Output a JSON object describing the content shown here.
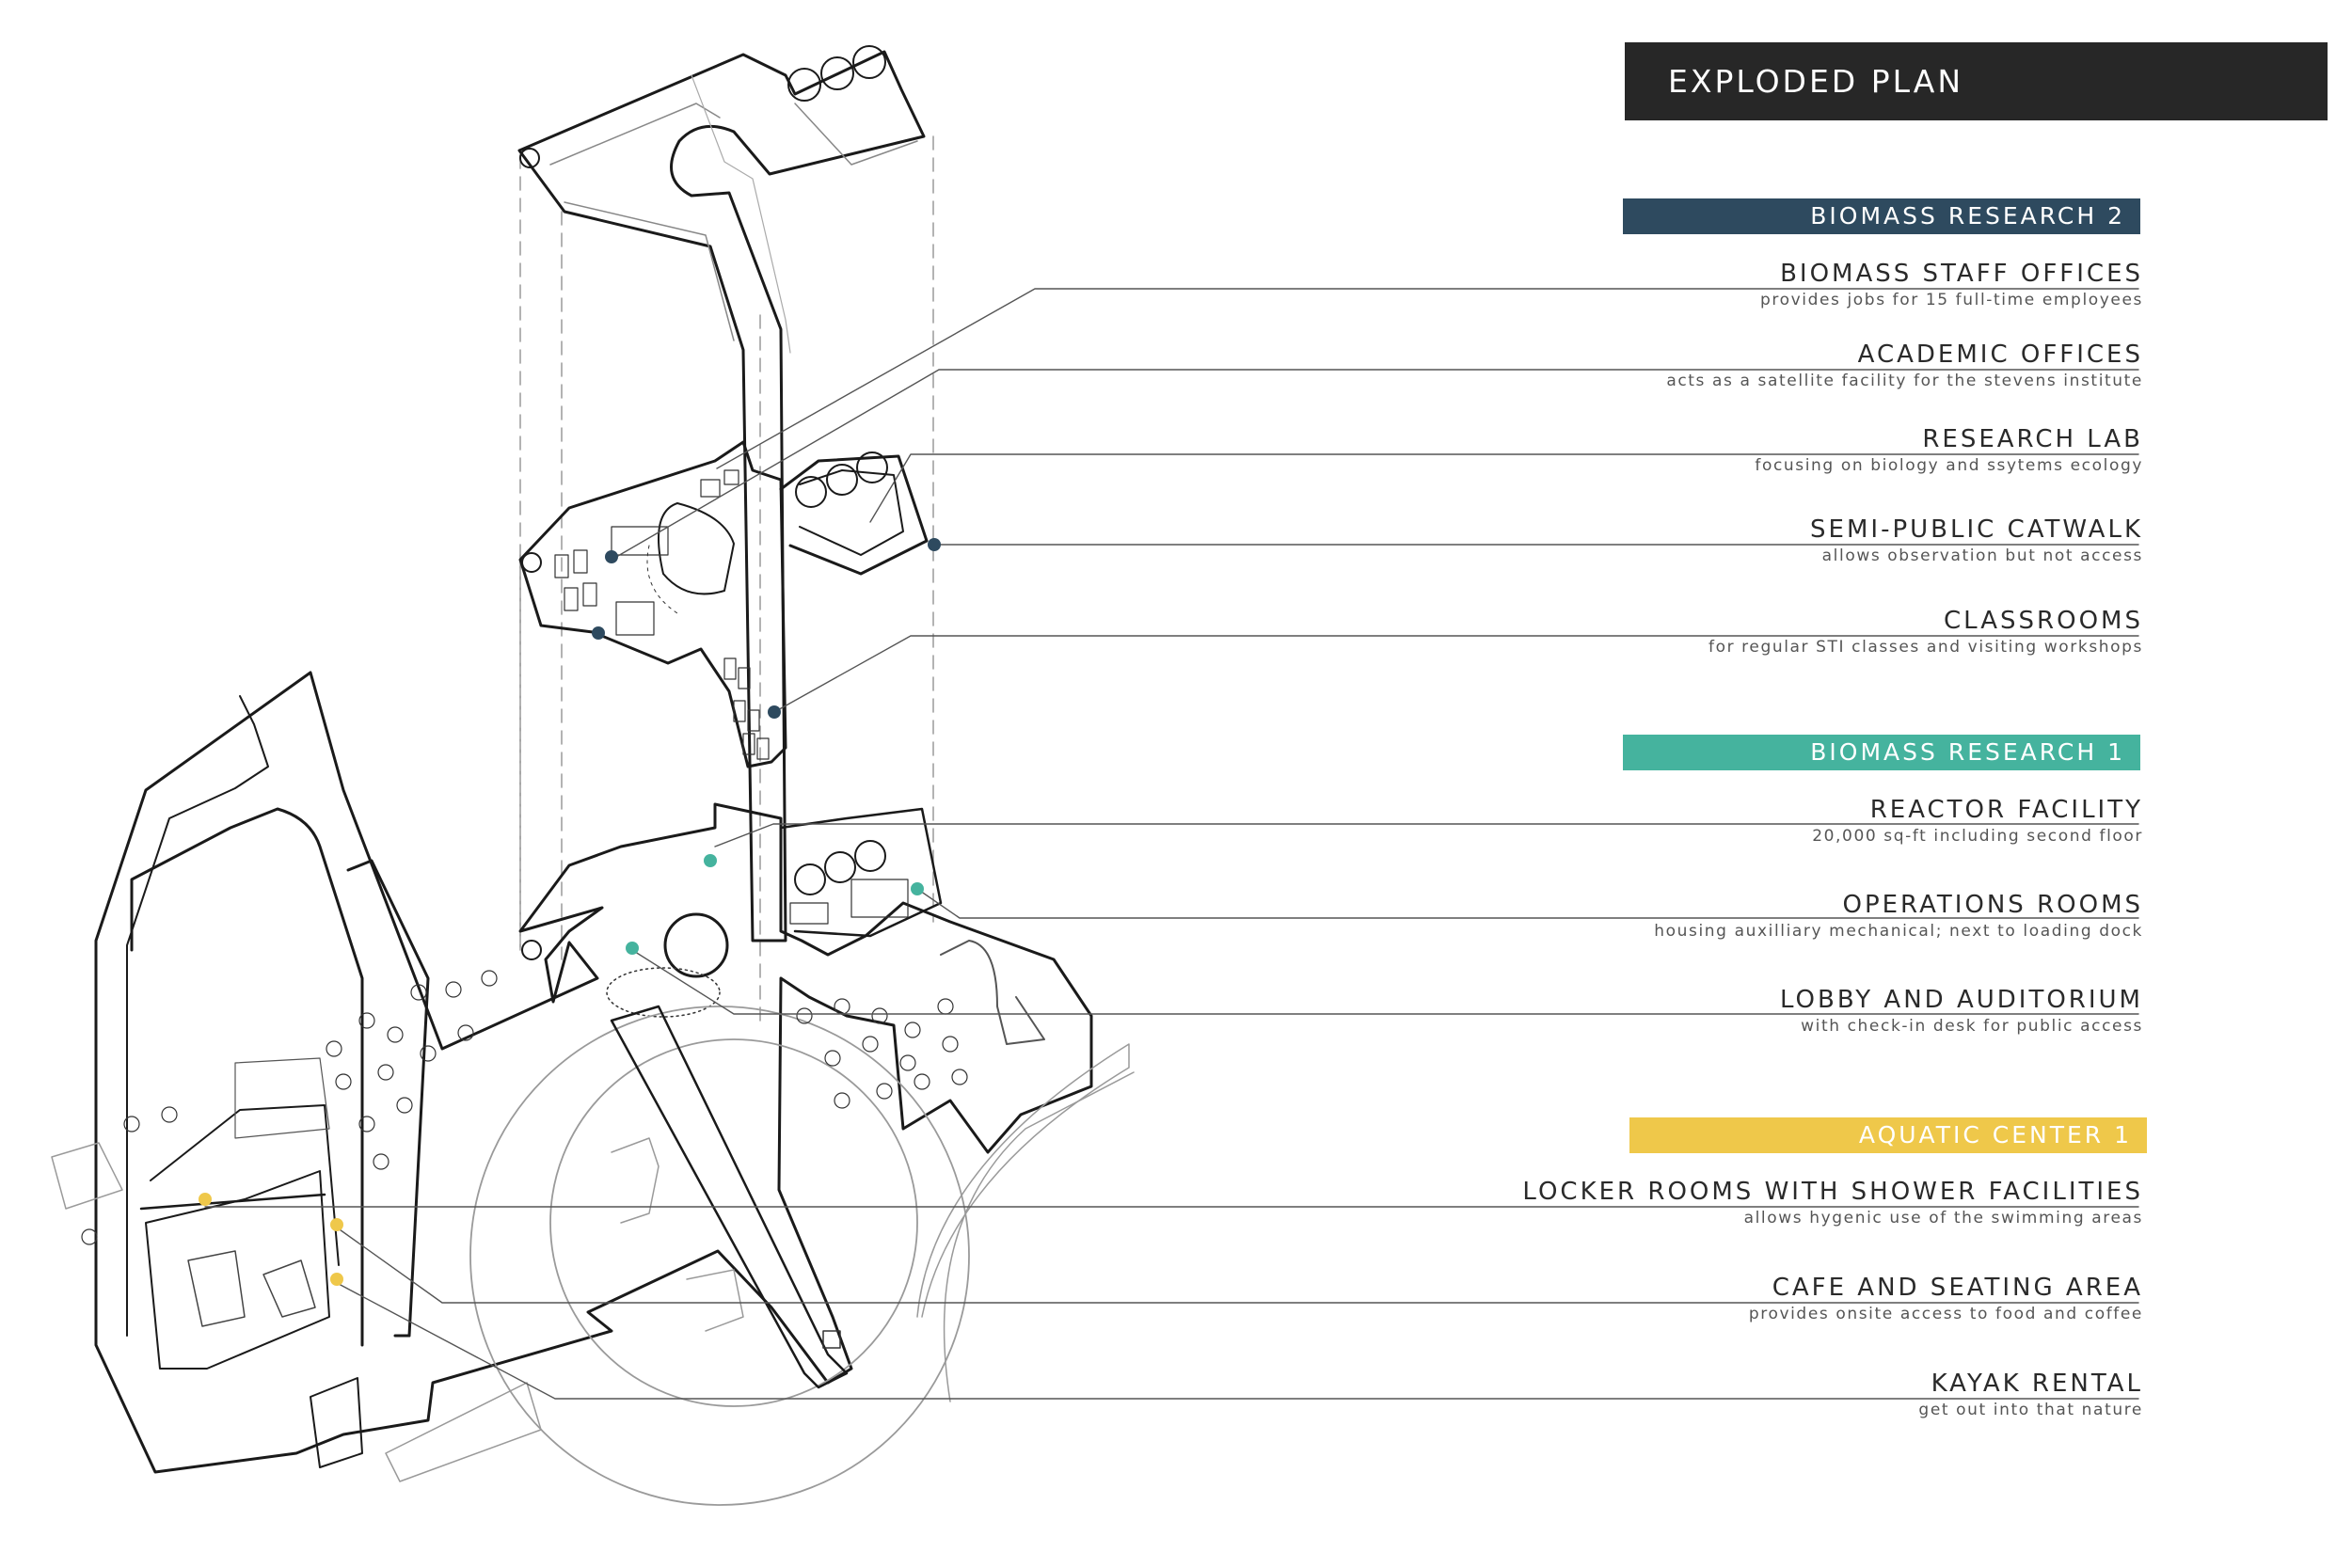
{
  "title": "EXPLODED PLAN",
  "colors": {
    "biomass2": "#2e4a5f",
    "biomass1": "#45b39e",
    "aquatic": "#efc84a",
    "titlebar": "#272727",
    "linework": "#1a1a1a"
  },
  "sections": [
    {
      "name": "BIOMASS RESEARCH 2",
      "color": "#2e4a5f",
      "items": [
        {
          "title": "BIOMASS STAFF OFFICES",
          "desc": "provides jobs for 15 full-time employees"
        },
        {
          "title": "ACADEMIC OFFICES",
          "desc": "acts as a satellite facility for the stevens institute"
        },
        {
          "title": "RESEARCH LAB",
          "desc": "focusing on biology and ssytems ecology"
        },
        {
          "title": "SEMI-PUBLIC CATWALK",
          "desc": "allows observation but not access"
        },
        {
          "title": "CLASSROOMS",
          "desc": "for regular STI classes and visiting workshops"
        }
      ]
    },
    {
      "name": "BIOMASS RESEARCH 1",
      "color": "#45b39e",
      "items": [
        {
          "title": "REACTOR FACILITY",
          "desc": "20,000 sq-ft including second floor"
        },
        {
          "title": "OPERATIONS ROOMS",
          "desc": "housing auxilliary mechanical; next to loading dock"
        },
        {
          "title": "LOBBY AND AUDITORIUM",
          "desc": "with check-in desk for public access"
        }
      ]
    },
    {
      "name": "AQUATIC CENTER 1",
      "color": "#efc84a",
      "items": [
        {
          "title": "LOCKER ROOMS WITH SHOWER FACILITIES",
          "desc": "allows hygenic use of the swimming areas"
        },
        {
          "title": "CAFE AND SEATING AREA",
          "desc": "provides onsite access to food and coffee"
        },
        {
          "title": "KAYAK RENTAL",
          "desc": "get out into that nature"
        }
      ]
    }
  ]
}
